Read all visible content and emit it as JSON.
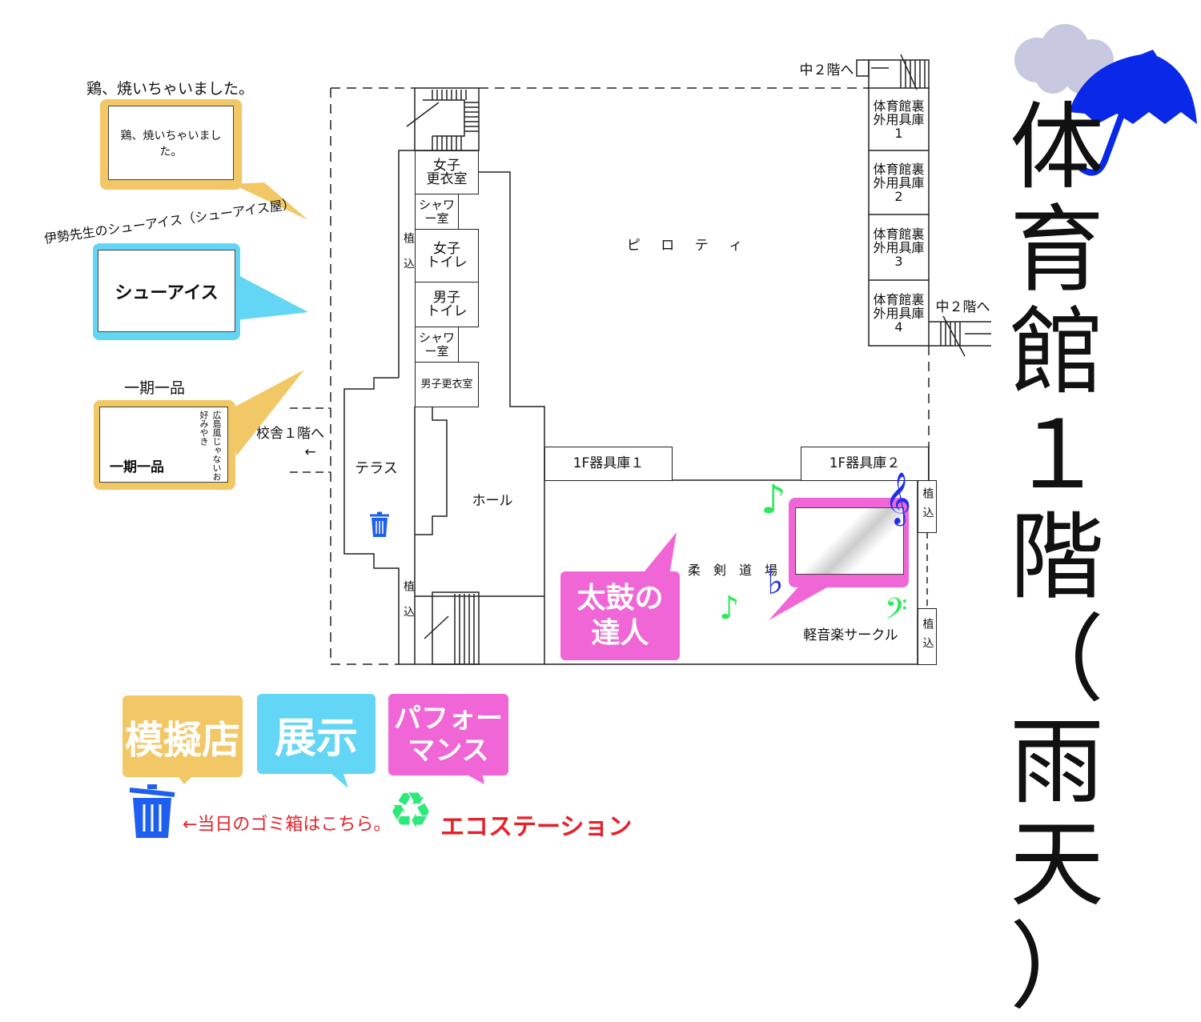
{
  "title": {
    "main": "体育館\n１\n階\n（\n雨\n天\n）",
    "weather_icons": [
      "cloud-icon",
      "umbrella-icon"
    ]
  },
  "shops": [
    {
      "name": "鶏、焼いちゃいました。",
      "picture_text": "鶏、焼いちゃいました。",
      "category": "模擬店"
    },
    {
      "name": "伊勢先生のシューアイス（シューアイス屋）",
      "picture_text": "シューアイス",
      "category": "展示"
    },
    {
      "name": "一期一品",
      "picture_text": "一期一品",
      "sub_text": "広島風じゃないお好みやき",
      "category": "模擬店"
    }
  ],
  "rooms": {
    "girls_changing": "女子\n更衣室",
    "shower1": "シャワ\nー室",
    "girls_toilet": "女子\nトイレ",
    "boys_toilet": "男子\nトイレ",
    "shower2": "シャワ\nー室",
    "boys_changing": "男子更衣室",
    "planting": "植込",
    "piloti": "ピ ロ テ ィ",
    "terrace": "テラス",
    "hall": "ホール",
    "storage1": "1F器具庫１",
    "storage2": "1F器具庫２",
    "dojo": "柔　剣　道　場",
    "music_circle": "軽音楽サークル",
    "to_school": "校舎１階へ",
    "to_mezz": "中２階へ",
    "gym_storage": [
      "体育館裏\n外用具庫\n1",
      "体育館裏\n外用具庫\n2",
      "体育館裏\n外用具庫\n3",
      "体育館裏\n外用具庫\n4"
    ]
  },
  "events": {
    "taiko": "太鼓の\n達人"
  },
  "legend": {
    "shop": "模擬店",
    "exhibit": "展示",
    "performance": "パフォー\nマンス",
    "trash_note": "←当日のゴミ箱はこちら。",
    "eco": "エコステーション"
  },
  "colors": {
    "shop": "#f2c766",
    "exhibit": "#62d6f4",
    "performance": "#f066d6",
    "trash": "#1f5ff0",
    "eco": "#2ee87a",
    "note": "#e8202a"
  }
}
